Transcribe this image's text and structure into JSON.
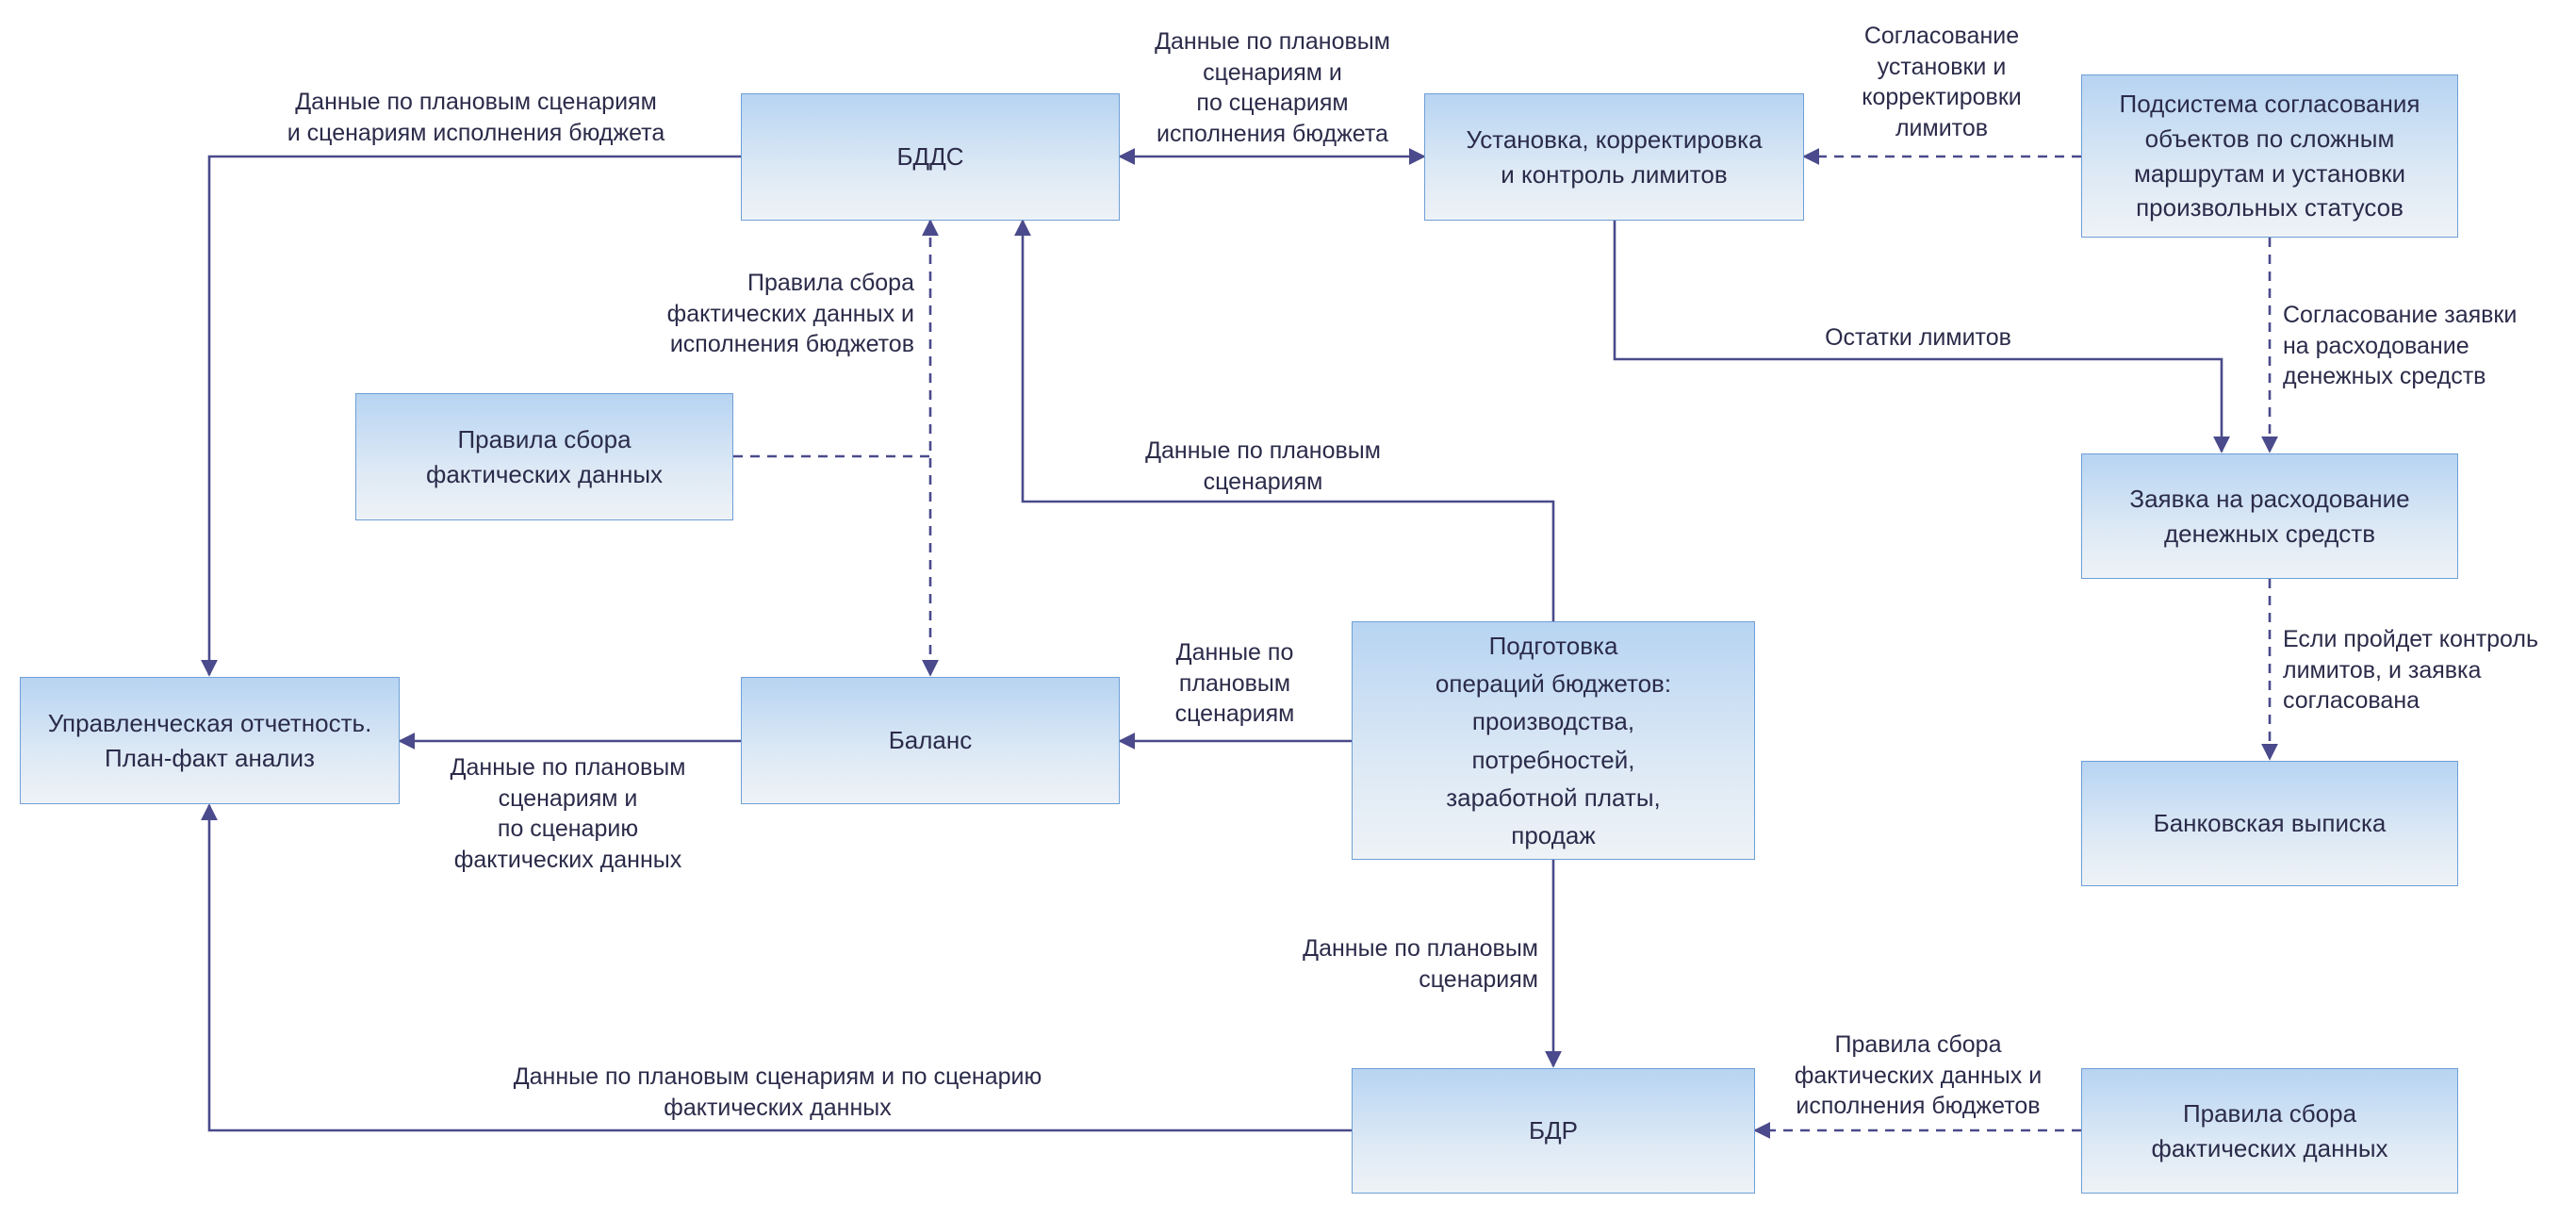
{
  "colors": {
    "line": "#4a4a8c",
    "box_border": "#6e9fd6",
    "box_top": "#b7d4f2",
    "box_bottom": "#eef2f6",
    "text": "#2b2b4a"
  },
  "boxes": {
    "bdds": "БДДС",
    "limits": "Установка, корректировка\nи контроль лимитов",
    "approval_subsystem": "Подсистема согласования\nобъектов по сложным\nмаршрутам и установки\nпроизвольных статусов",
    "fact_rules_top": "Правила сбора\nфактических данных",
    "payment_request": "Заявка на расходование\nденежных средств",
    "reporting": "Управленческая отчетность.\nПлан-факт анализ",
    "balance": "Баланс",
    "operational_budgets": "Подготовка\nопераций бюджетов:\nпроизводства,\nпотребностей,\nзаработной платы,\nпродаж",
    "bank_statement": "Банковская выписка",
    "bdr": "БДР",
    "fact_rules_bottom": "Правила сбора\nфактических данных"
  },
  "labels": {
    "bdds_to_reporting": "Данные по плановым сценариям\nи сценариям исполнения бюджета",
    "bdds_limits": "Данные по плановым\nсценариям и\nпо сценариям\nисполнения бюджета",
    "limits_approval": "Согласование\nустановки и\nкорректировки\nлимитов",
    "bdds_balance_rules": "Правила сбора\nфактических данных и\nисполнения бюджетов",
    "limit_remainders": "Остатки лимитов",
    "request_approval": "Согласование заявки\nна расходование\nденежных средств",
    "ops_to_bdds": "Данные по плановым\nсценариям",
    "ops_to_balance": "Данные по\nплановым\nсценариям",
    "balance_to_reporting": "Данные по плановым\nсценариям и\nпо сценарию\nфактических данных",
    "limit_check": "Если пройдет контроль\nлимитов, и заявка\nсогласована",
    "ops_to_bdr": "Данные по плановым\nсценариям",
    "bdr_to_reporting": "Данные по плановым сценариям и по сценарию\nфактических данных",
    "bdr_rules": "Правила сбора\nфактических данных и\nисполнения бюджетов"
  }
}
